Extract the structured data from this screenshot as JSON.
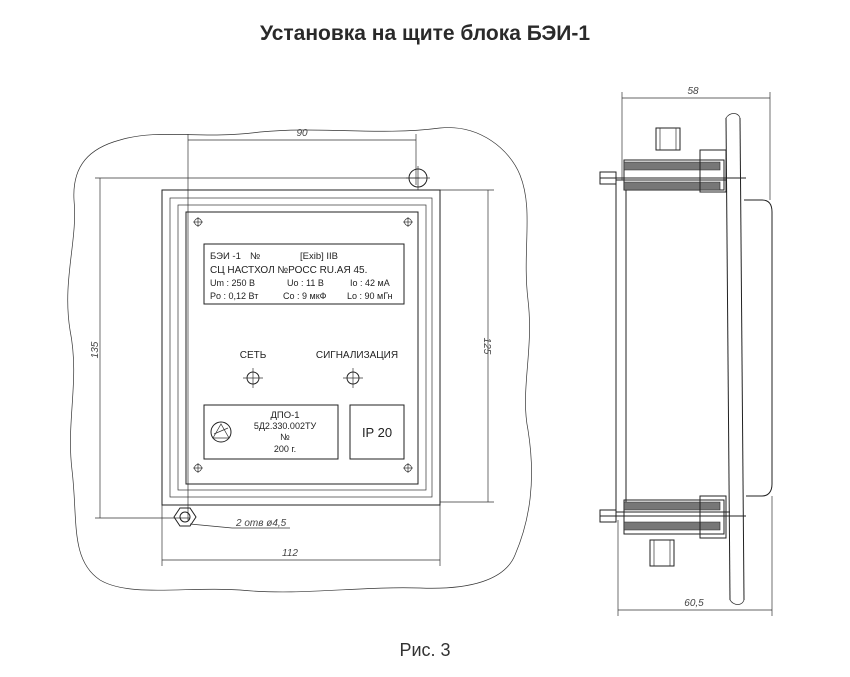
{
  "title": "Установка на щите блока БЭИ-1",
  "caption": "Рис. 3",
  "dimensions": {
    "top_width": "90",
    "bottom_width": "112",
    "left_height": "135",
    "right_height": "125",
    "holes": "2 отв ø4,5",
    "side_top": "58",
    "side_bottom": "60,5"
  },
  "plate": {
    "line1_name": "БЭИ -1",
    "line1_no": "№",
    "line1_ex": "[Exib] IIB",
    "line2": "СЦ НАСТХОЛ №РОСС RU.АЯ 45.",
    "line3_um": "Um : 250 В",
    "line3_uo": "Uo : 11 В",
    "line3_io": "Io : 42 мА",
    "line4_po": "Po : 0,12 Вт",
    "line4_co": "Co : 9 мкФ",
    "line4_lo": "Lo : 90 мГн"
  },
  "labels": {
    "net": "СЕТЬ",
    "signal": "СИГНАЛИЗАЦИЯ",
    "ip": "IP 20"
  },
  "maker": {
    "name": "ДПО-1",
    "spec": "5Д2.330.002ТУ",
    "no": "№",
    "year": "200   г."
  }
}
